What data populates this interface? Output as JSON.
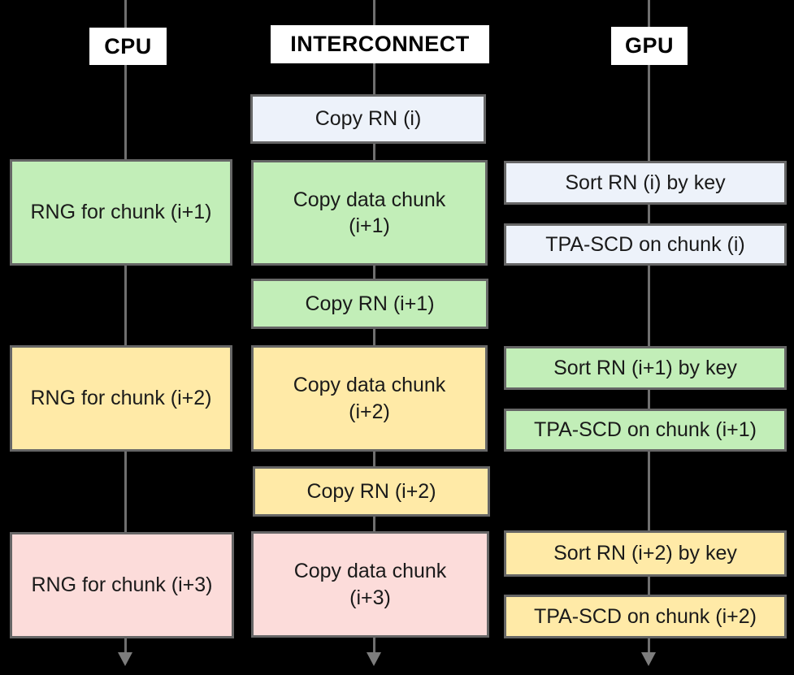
{
  "colors": {
    "background": "#000000",
    "header_bg": "#ffffff",
    "box_border": "#666666",
    "lane_line": "#6f6f6f",
    "arrow": "#7d7d7d",
    "text": "#1a1a1a",
    "blue": "#edf2fa",
    "green": "#c2eeb8",
    "yellow": "#ffeaa7",
    "pink": "#fcdcda"
  },
  "lanes": [
    {
      "label": "CPU"
    },
    {
      "label": "INTERCONNECT"
    },
    {
      "label": "GPU"
    }
  ],
  "boxes": {
    "copy_rn_i": {
      "label": "Copy RN (i)",
      "color": "blue"
    },
    "rng_chunk_i1": {
      "label": "RNG for chunk (i+1)",
      "color": "green"
    },
    "copy_chunk_i1": {
      "label": "Copy data chunk (i+1)",
      "color": "green"
    },
    "sort_rn_i": {
      "label": "Sort RN (i) by key",
      "color": "blue"
    },
    "tpa_scd_i": {
      "label": "TPA-SCD on chunk (i)",
      "color": "blue"
    },
    "copy_rn_i1": {
      "label": "Copy RN (i+1)",
      "color": "green"
    },
    "rng_chunk_i2": {
      "label": "RNG for chunk (i+2)",
      "color": "yellow"
    },
    "copy_chunk_i2": {
      "label": "Copy data chunk (i+2)",
      "color": "yellow"
    },
    "sort_rn_i1": {
      "label": "Sort RN (i+1) by key",
      "color": "green"
    },
    "tpa_scd_i1": {
      "label": "TPA-SCD on chunk (i+1)",
      "color": "green"
    },
    "copy_rn_i2": {
      "label": "Copy RN (i+2)",
      "color": "yellow"
    },
    "rng_chunk_i3": {
      "label": "RNG for chunk (i+3)",
      "color": "pink"
    },
    "copy_chunk_i3": {
      "label": "Copy data chunk (i+3)",
      "color": "pink"
    },
    "sort_rn_i2": {
      "label": "Sort RN (i+2) by key",
      "color": "yellow"
    },
    "tpa_scd_i2": {
      "label": "TPA-SCD on chunk (i+2)",
      "color": "yellow"
    }
  }
}
